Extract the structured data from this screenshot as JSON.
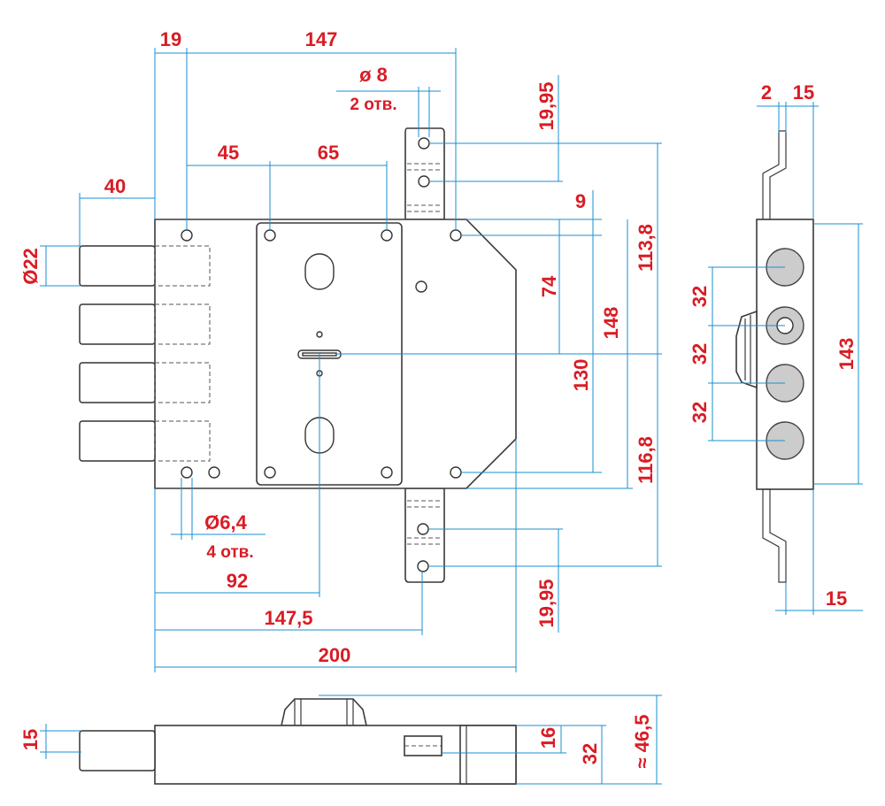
{
  "colors": {
    "dimension_text": "#d91c24",
    "dimension_line": "#1a8fd0",
    "outline": "#3a3a3a",
    "bolt_fill": "#cccccc"
  },
  "front_view": {
    "dim_19": "19",
    "dim_147": "147",
    "hole_8_dia": "ø 8",
    "hole_8_count": "2 отв.",
    "dim_45": "45",
    "dim_65": "65",
    "dim_40": "40",
    "bolt_dia": "Ø22",
    "dim_9": "9",
    "dim_19_95_top": "19,95",
    "dim_74": "74",
    "dim_148": "148",
    "dim_113_8": "113,8",
    "dim_130": "130",
    "dim_116_8": "116,8",
    "hole_6_4_dia": "Ø6,4",
    "hole_6_4_count": "4 отв.",
    "dim_92": "92",
    "dim_147_5": "147,5",
    "dim_200": "200",
    "dim_19_95_bottom": "19,95"
  },
  "side_view": {
    "dim_2": "2",
    "dim_15_top": "15",
    "dim_32_a": "32",
    "dim_32_b": "32",
    "dim_32_c": "32",
    "dim_143": "143",
    "dim_15_bottom": "15"
  },
  "bottom_view": {
    "dim_15": "15",
    "dim_16": "16",
    "dim_32": "32",
    "dim_46_5": "≈ 46,5"
  }
}
